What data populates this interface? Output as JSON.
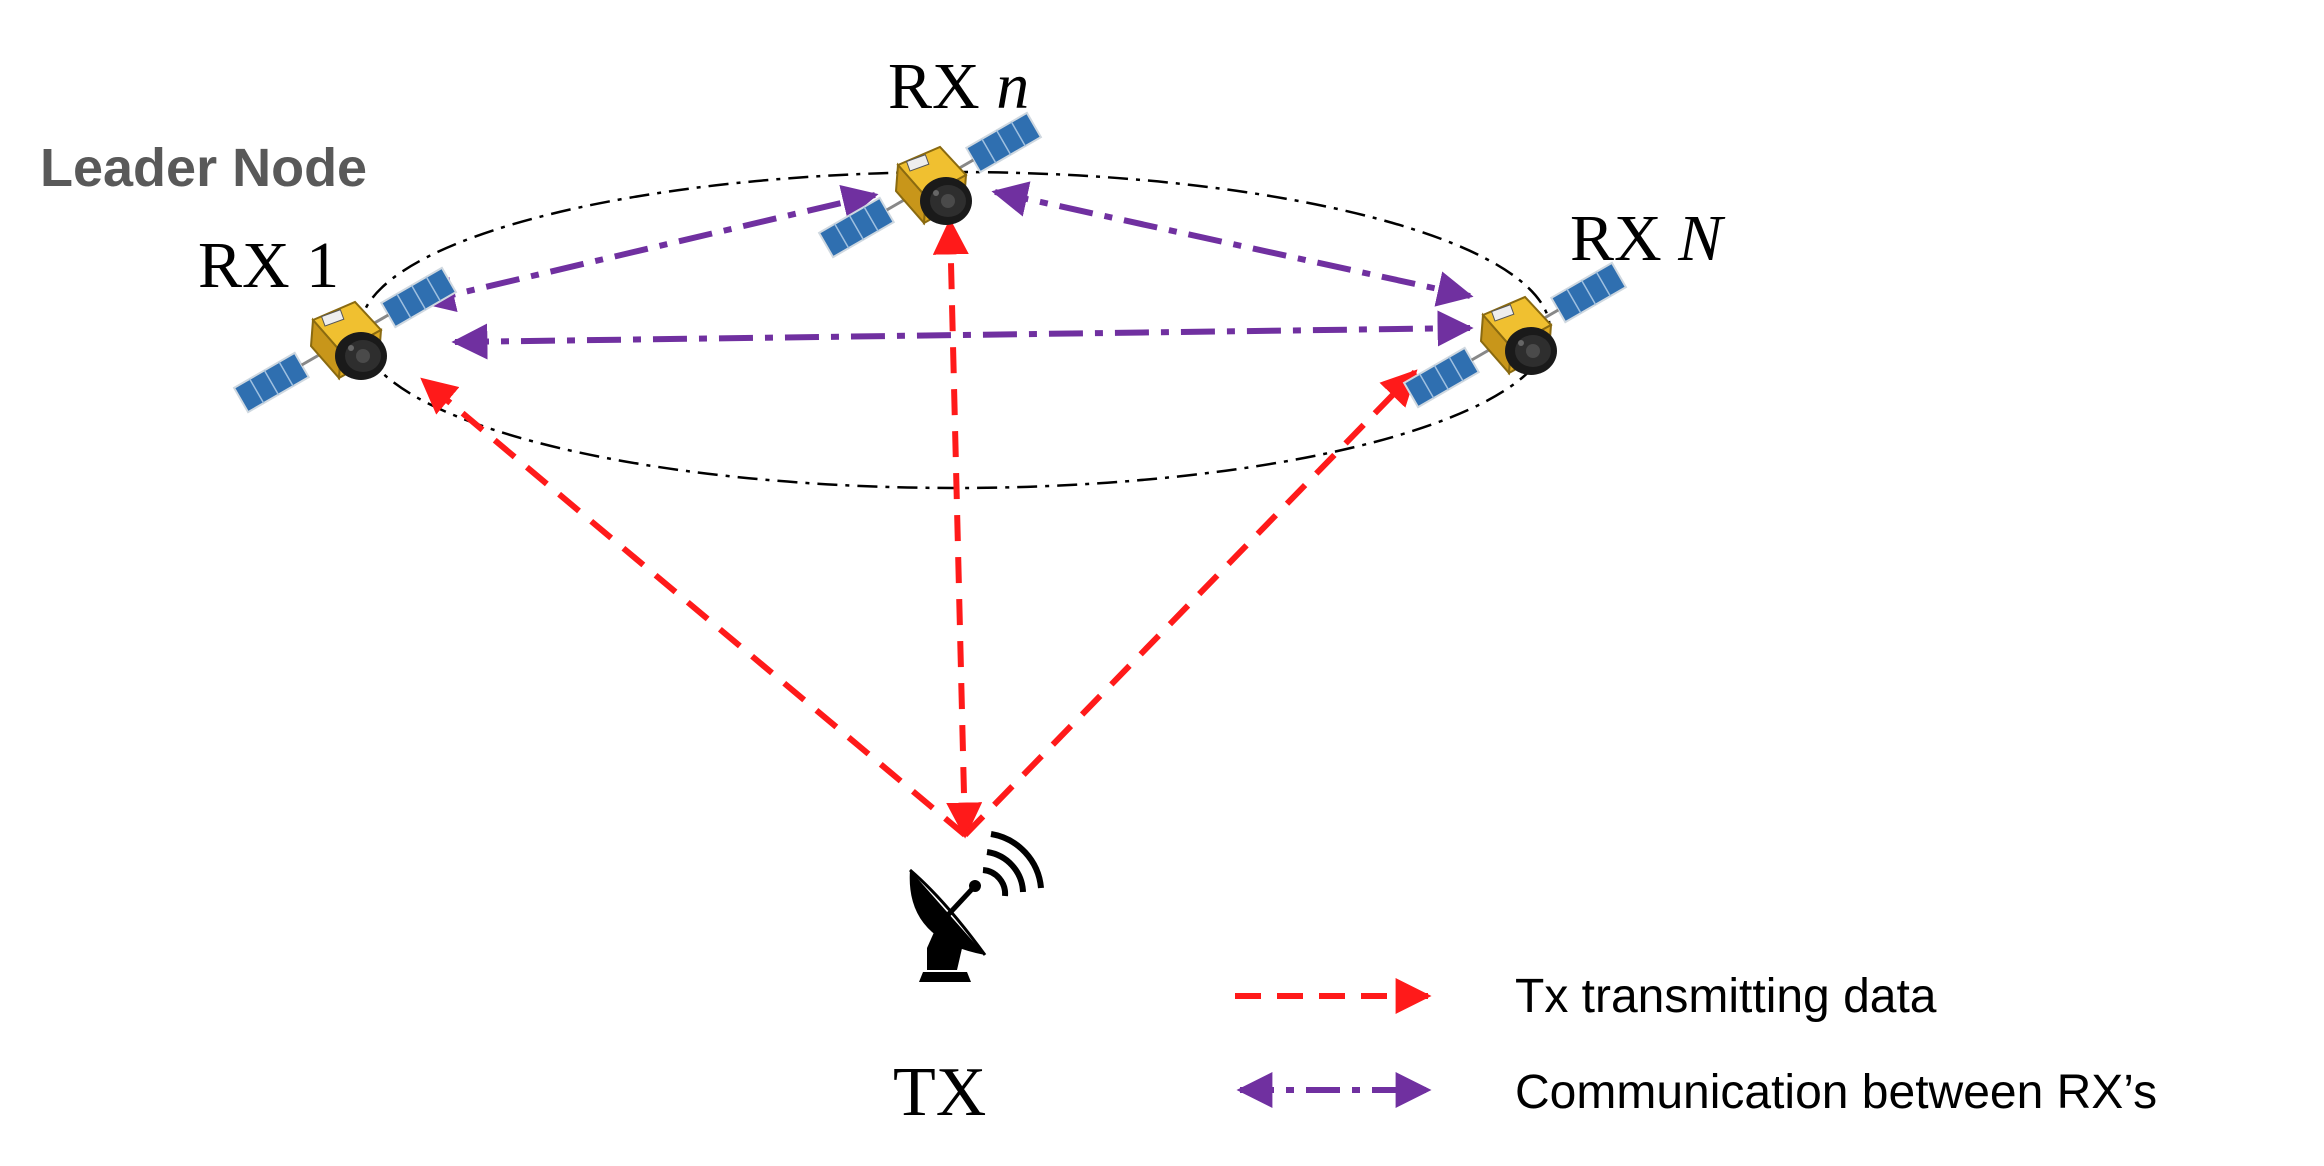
{
  "labels": {
    "leader": "Leader Node",
    "rx1_prefix": "RX 1",
    "rxn_prefix": "RX ",
    "rxn_var": "n",
    "rxN_prefix": "RX ",
    "rxN_var": "N",
    "tx": "TX"
  },
  "legend": {
    "tx_data": "Tx transmitting data",
    "rx_comm": "Communication between RX’s"
  },
  "colors": {
    "tx_arrow": "#ff1a1a",
    "rx_arrow": "#7030a0",
    "orbit": "#000000",
    "leader_text": "#595959",
    "satellite_body": "#e0b020",
    "solar_panel": "#2f6fb0"
  },
  "icons": {
    "satellite": "satellite-icon",
    "dish": "satellite-dish-icon"
  }
}
